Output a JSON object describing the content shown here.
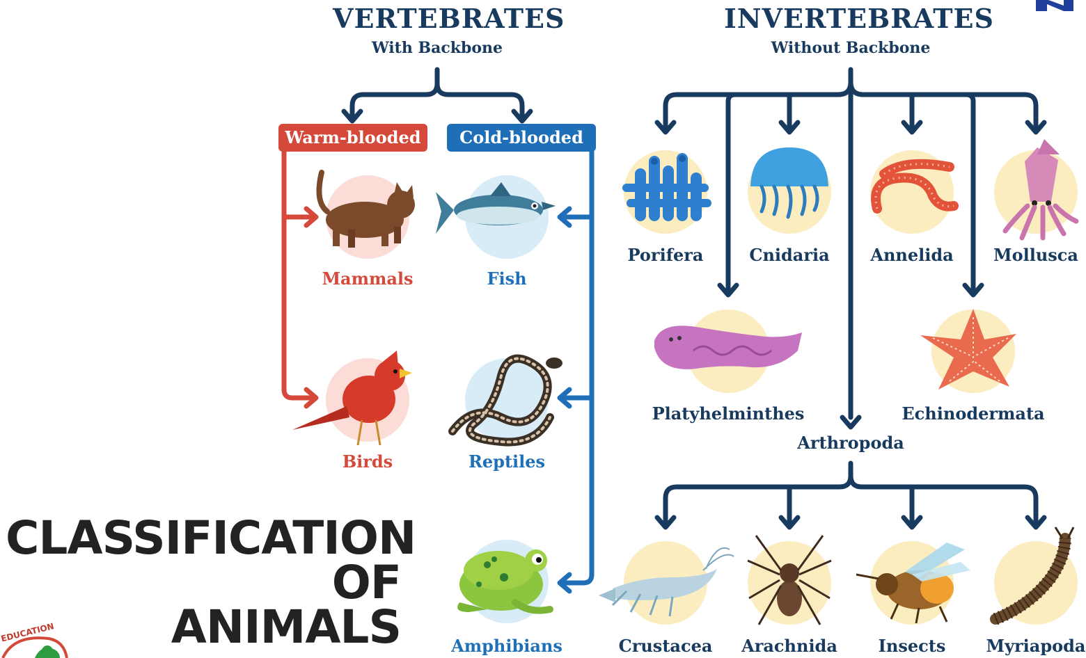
{
  "vertebrates": {
    "title": "VERTEBRATES",
    "subtitle": "With Backbone",
    "warm_label": "Warm-blooded",
    "cold_label": "Cold-blooded",
    "groups": {
      "mammals": "Mammals",
      "birds": "Birds",
      "fish": "Fish",
      "reptiles": "Reptiles",
      "amphibians": "Amphibians"
    }
  },
  "invertebrates": {
    "title": "INVERTEBRATES",
    "subtitle": "Without Backbone",
    "groups": {
      "porifera": "Porifera",
      "cnidaria": "Cnidaria",
      "annelida": "Annelida",
      "mollusca": "Mollusca",
      "platyhelminthes": "Platyhelminthes",
      "echinodermata": "Echinodermata",
      "arthropoda": "Arthropoda"
    },
    "arthropods": {
      "crustacea": "Crustacea",
      "arachnida": "Arachnida",
      "insects": "Insects",
      "myriapoda": "Myriapoda"
    }
  },
  "main_title": {
    "line1": "CLASSIFICATION",
    "line2": "OF",
    "line3": "ANIMALS"
  },
  "logo": {
    "text": "EDUCATION"
  },
  "colors": {
    "navy": "#173a5e",
    "red": "#d4493a",
    "blue": "#1f6fb8",
    "pink_circle": "#fbdcd6",
    "blue_circle": "#d8ecf8",
    "yellow_circle": "#fbedc0"
  }
}
